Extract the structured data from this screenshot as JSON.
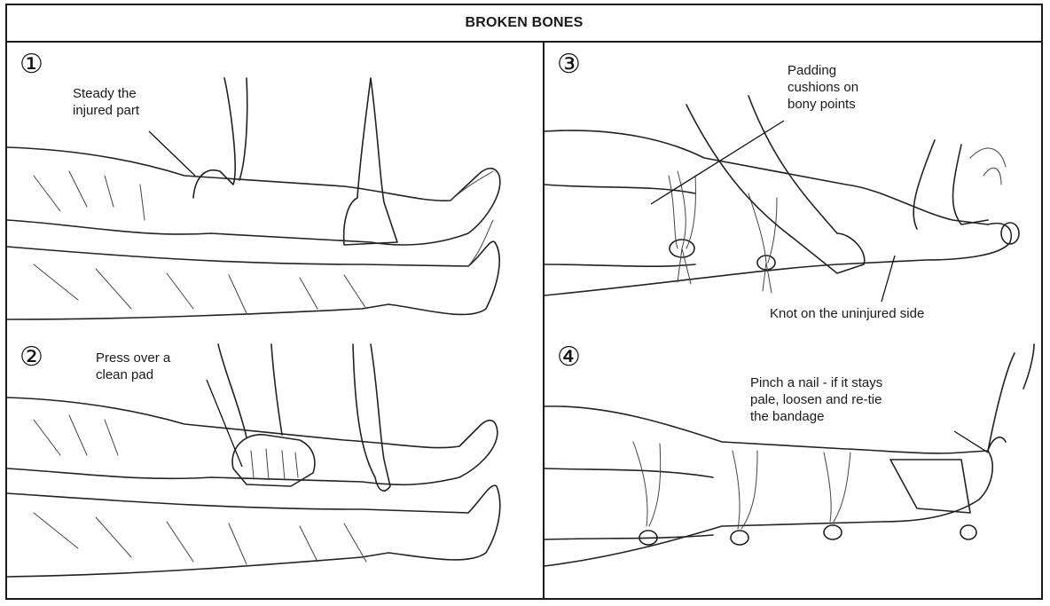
{
  "title": "BROKEN BONES",
  "panels": [
    {
      "number": "①",
      "labels": [
        "Steady the\ninjured part"
      ]
    },
    {
      "number": "②",
      "labels": [
        "Press over a\nclean pad"
      ]
    },
    {
      "number": "③",
      "labels": [
        "Padding\ncushions on\nbony points",
        "Knot on the uninjured side"
      ]
    },
    {
      "number": "④",
      "labels": [
        "Pinch a nail - if it stays\npale, loosen and re-tie\nthe bandage"
      ]
    }
  ]
}
